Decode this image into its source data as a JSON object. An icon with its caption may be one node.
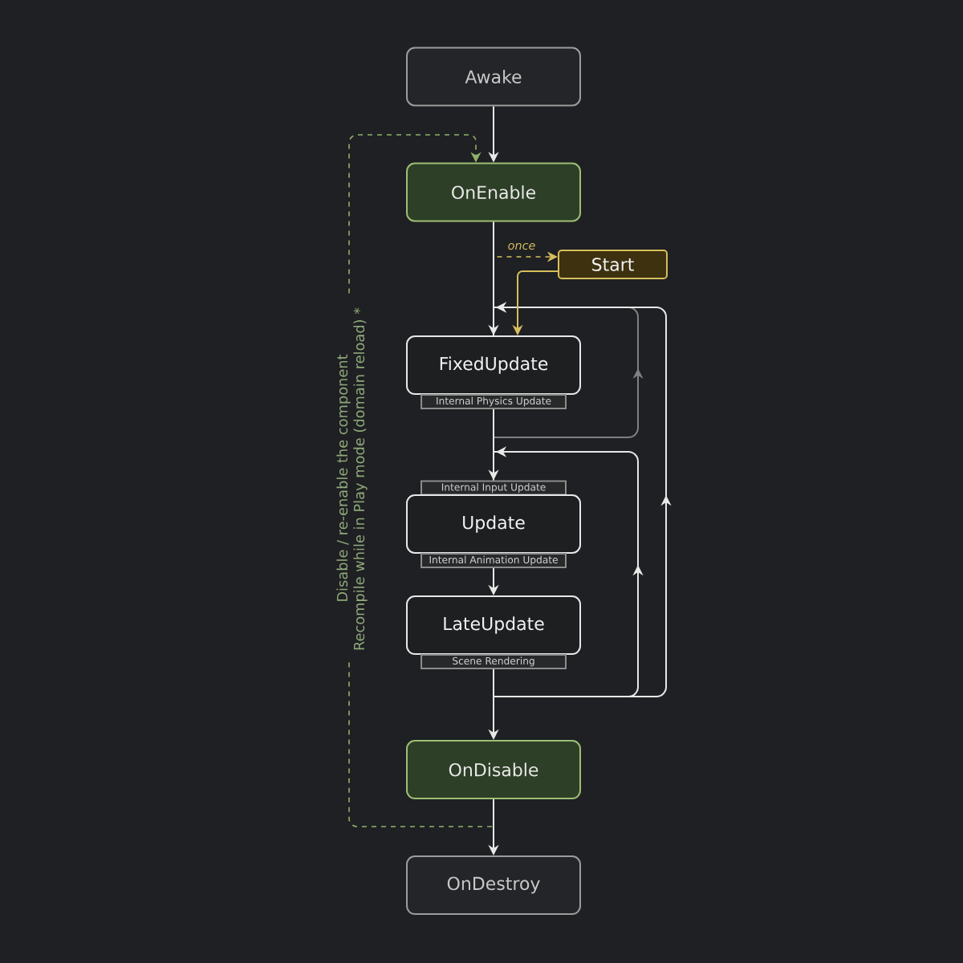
{
  "diagram": {
    "nodes": [
      {
        "text": [
          "Awake"
        ]
      },
      {
        "text": [
          "OnEnable"
        ]
      },
      {
        "text": [
          "Start"
        ]
      },
      {
        "text": [
          "FixedUpdate"
        ]
      },
      {
        "text": [
          "Internal Physics Update"
        ]
      },
      {
        "text": [
          "Internal Input Update"
        ]
      },
      {
        "text": [
          "Update"
        ]
      },
      {
        "text": [
          "Internal Animation Update"
        ]
      },
      {
        "text": [
          "LateUpdate"
        ]
      },
      {
        "text": [
          "Scene Rendering"
        ]
      },
      {
        "text": [
          "OnDisable"
        ]
      },
      {
        "text": [
          "OnDestroy"
        ]
      }
    ],
    "edges": [
      {
        "from": 0,
        "to": 1,
        "arrow": "to"
      },
      {
        "from": 1,
        "to": 2,
        "arrow": "to",
        "label": "once",
        "style": "dashed",
        "color": "#d6be5c"
      },
      {
        "from": 2,
        "to": 3,
        "arrow": "to",
        "color": "#d6be5c"
      },
      {
        "from": 1,
        "to": 3,
        "arrow": "to"
      },
      {
        "from": 4,
        "to": 5,
        "arrow": "to"
      },
      {
        "from": 4,
        "to": 3,
        "arrow": "to",
        "color": "#808080"
      },
      {
        "from": 7,
        "to": 8,
        "arrow": "to"
      },
      {
        "from": 9,
        "to": 10,
        "arrow": "to"
      },
      {
        "from": 9,
        "to": 5,
        "arrow": "to"
      },
      {
        "from": 9,
        "to": 3,
        "arrow": "to"
      },
      {
        "from": 10,
        "to": 11,
        "arrow": "to"
      },
      {
        "from": 10,
        "to": 1,
        "arrow": "to",
        "label": "Disable / re-enable the component",
        "style": "dashed",
        "color": "#8fb26a"
      }
    ],
    "labels": [
      "Recompile while in Play mode (domain reload) *"
    ]
  }
}
